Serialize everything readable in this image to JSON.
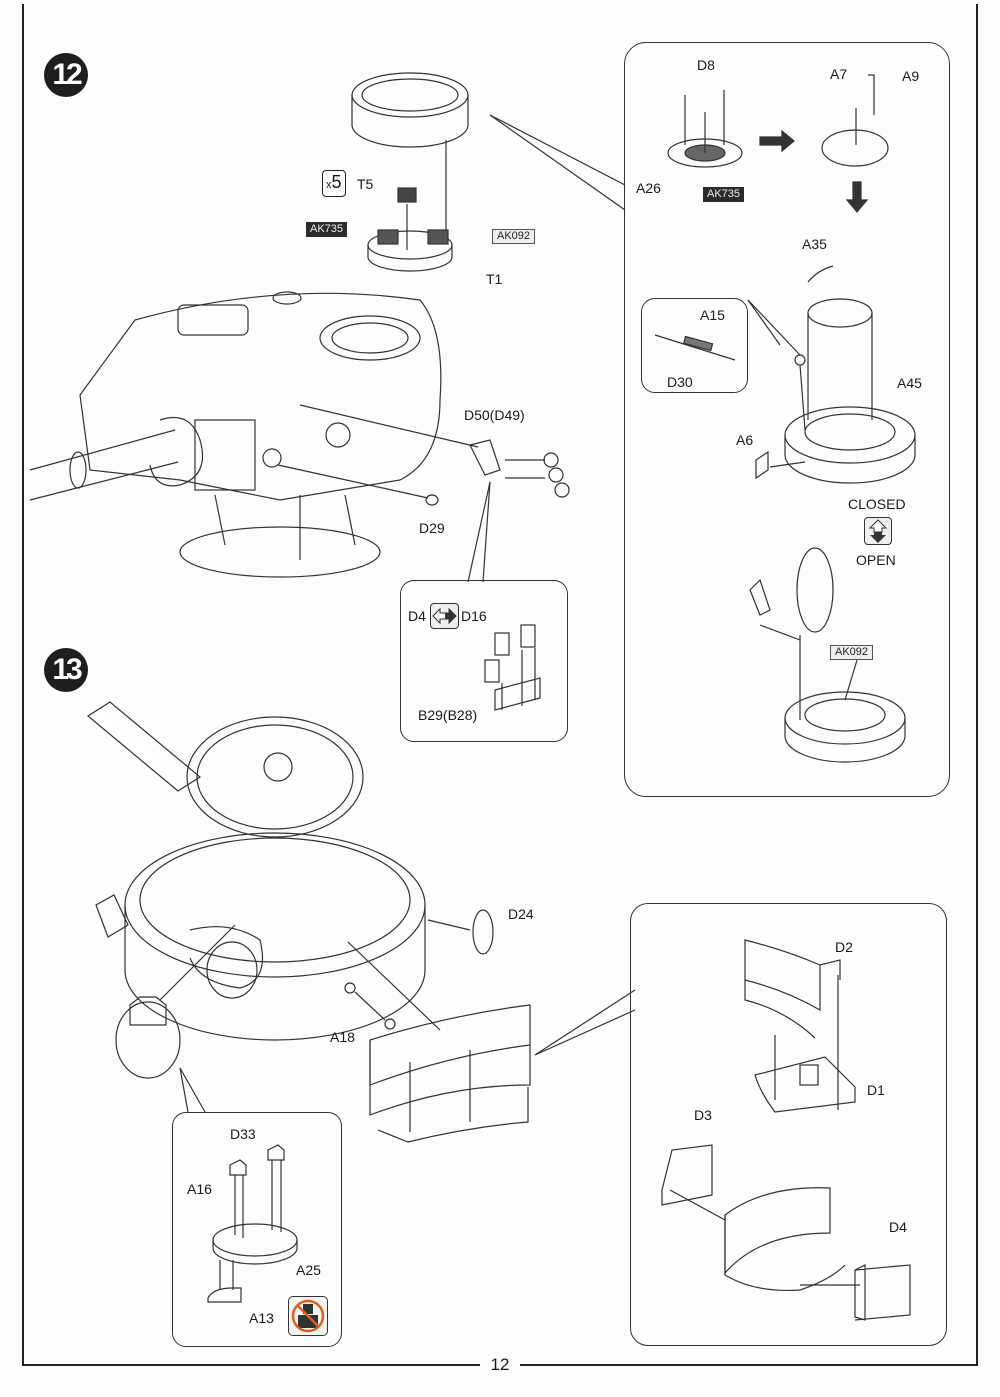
{
  "page": {
    "number": "12"
  },
  "steps": [
    {
      "number": "12",
      "main_labels": {
        "quantity": "5",
        "quantity_prefix": "x",
        "t5": "T5",
        "t1": "T1",
        "paint_ak735": "AK735",
        "paint_ak092": "AK092",
        "d50": "D50(D49)",
        "d29": "D29"
      },
      "smoke_callout": {
        "option_left": "D4",
        "option_right": "D16",
        "part": "B29(B28)",
        "icon": "swap-arrows-icon"
      },
      "hatch_callout": {
        "d8": "D8",
        "a26": "A26",
        "paint_ak735": "AK735",
        "a7": "A7",
        "a9": "A9",
        "a35": "A35",
        "a15": "A15",
        "d30": "D30",
        "a45": "A45",
        "a6": "A6",
        "closed": "CLOSED",
        "open": "OPEN",
        "paint_ak092": "AK092",
        "icon": "open-closed-arrows-icon"
      }
    },
    {
      "number": "13",
      "main_labels": {
        "d24": "D24",
        "a18": "A18"
      },
      "hatch_callout": {
        "d33": "D33",
        "a16": "A16",
        "a25": "A25",
        "a13": "A13",
        "icon": "no-glue-icon"
      },
      "box_callout": {
        "d2": "D2",
        "d1": "D1",
        "d3": "D3",
        "d4": "D4"
      }
    }
  ]
}
